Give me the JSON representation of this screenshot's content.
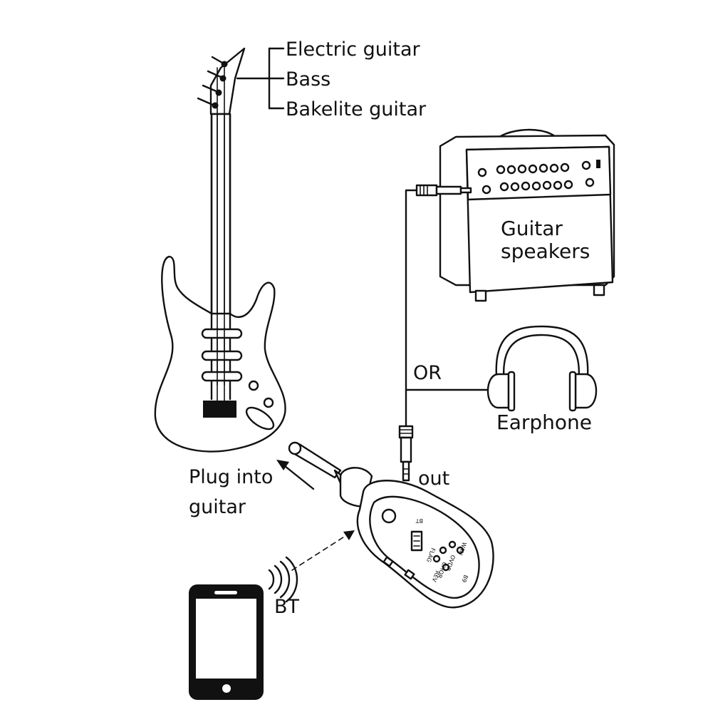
{
  "guitar_types": {
    "items": [
      "Electric guitar",
      "Bass",
      "Bakelite guitar"
    ]
  },
  "amp": {
    "label_line1": "Guitar",
    "label_line2": "speakers"
  },
  "or_label": "OR",
  "earphone_label": "Earphone",
  "plug_label": {
    "line1": "Plug into",
    "line2": "guitar"
  },
  "out_label": "out",
  "bt_label": "BT",
  "device": {
    "model": "B9",
    "bt_mark": "BT",
    "knob_labels": [
      "FLAG",
      "CHOR",
      "OVDR",
      "WAH",
      "REV"
    ]
  }
}
